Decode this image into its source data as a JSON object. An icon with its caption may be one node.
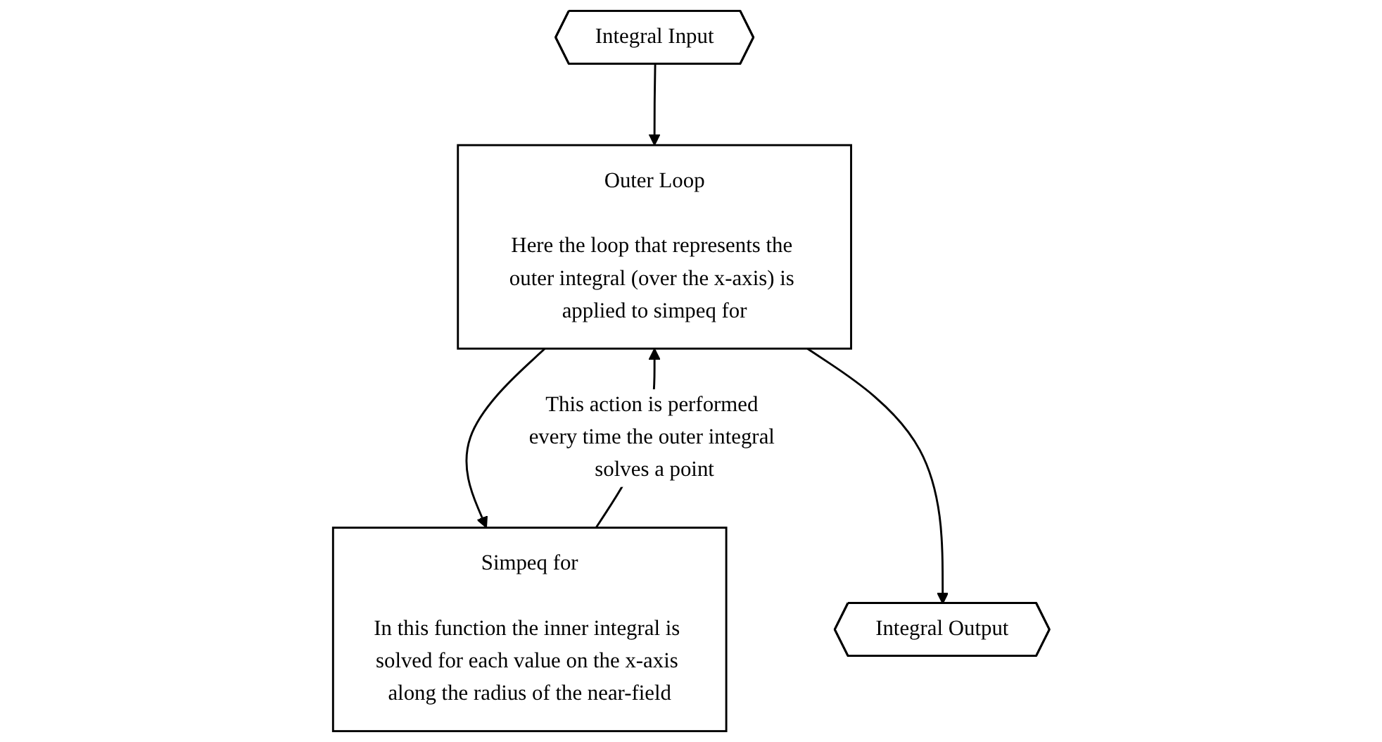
{
  "diagram": {
    "nodes": [
      {
        "text": [
          "Integral Input"
        ]
      },
      {
        "text": [
          "Outer Loop",
          "Here the loop that represents the outer integral (over the x-axis) is applied to simpeq for"
        ]
      },
      {
        "text": [
          "Simpeq for",
          "In this function the inner integral is solved for each value on the x-axis along the radius of the near-field"
        ]
      },
      {
        "text": [
          "Integral Output"
        ]
      }
    ],
    "edges": [
      {
        "from": 0,
        "to": 1,
        "arrow": "to"
      },
      {
        "from": 1,
        "to": 2,
        "arrow": "to"
      },
      {
        "from": 2,
        "to": 1,
        "arrow": "to",
        "label": "This action is performed every time the outer integral solves a point"
      },
      {
        "from": 1,
        "to": 3,
        "arrow": "to"
      }
    ]
  }
}
